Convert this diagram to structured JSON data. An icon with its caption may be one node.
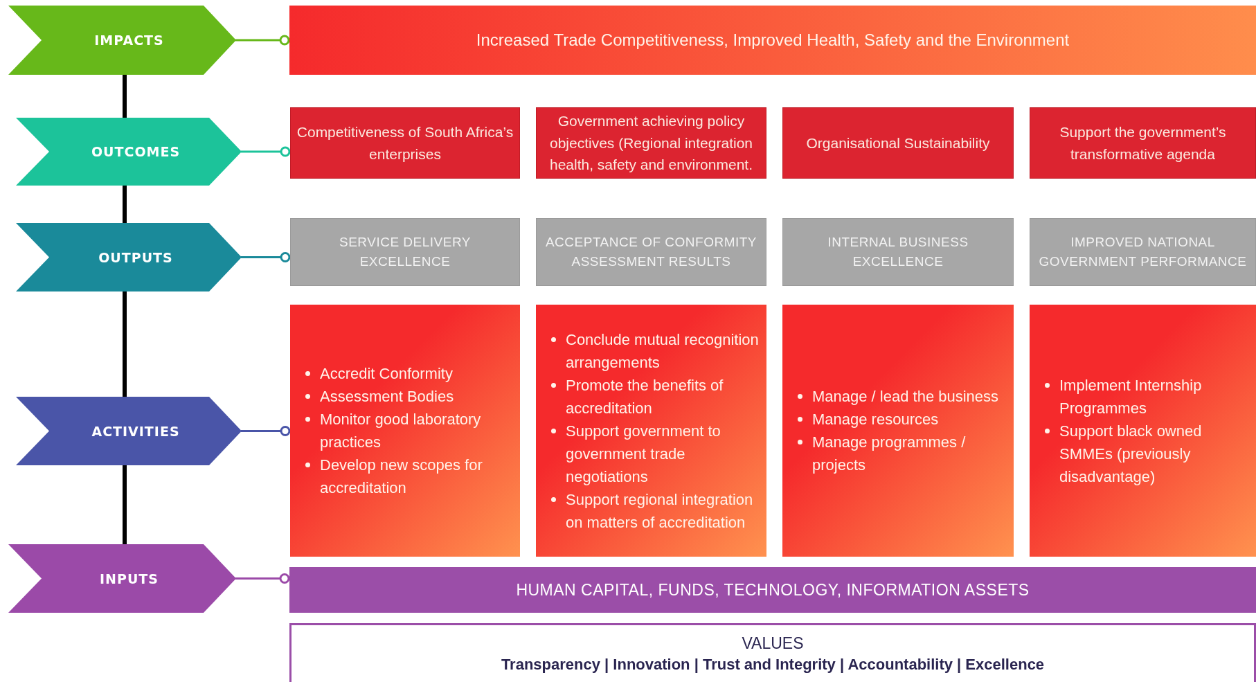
{
  "diagram": {
    "nodes": [
      {
        "text": [
          "IMPACTS"
        ]
      },
      {
        "text": [
          "Increased Trade Competitiveness, Improved Health, Safety and the Environment"
        ]
      },
      {
        "text": [
          "OUTCOMES"
        ]
      },
      {
        "text": [
          "Competitiveness of South Africa’s enterprises"
        ]
      },
      {
        "text": [
          "Government achieving policy objectives (Regional integration health, safety and environment."
        ]
      },
      {
        "text": [
          "Organisational Sustainability"
        ]
      },
      {
        "text": [
          "Support the government’s transformative agenda"
        ]
      },
      {
        "text": [
          "OUTPUTS"
        ]
      },
      {
        "text": [
          "SERVICE DELIVERY EXCELLENCE"
        ]
      },
      {
        "text": [
          "ACCEPTANCE OF CONFORMITY ASSESSMENT RESULTS"
        ]
      },
      {
        "text": [
          "INTERNAL BUSINESS EXCELLENCE"
        ]
      },
      {
        "text": [
          "IMPROVED NATIONAL GOVERNMENT PERFORMANCE"
        ]
      },
      {
        "text": [
          "ACTIVITIES"
        ]
      },
      {
        "text": [
          "Accredit Conformity",
          "Assessment Bodies",
          "Monitor good laboratory practices",
          "Develop new scopes for accreditation"
        ]
      },
      {
        "text": [
          "Conclude mutual recognition arrangements",
          "Promote the benefits of accreditation",
          "Support government to government trade negotiations",
          "Support regional integration on matters of accreditation"
        ]
      },
      {
        "text": [
          "Manage / lead the business",
          "Manage resources",
          "Manage programmes / projects"
        ]
      },
      {
        "text": [
          "Implement Internship Programmes",
          "Support black owned SMMEs (previously disadvantage)"
        ]
      },
      {
        "text": [
          "INPUTS"
        ]
      },
      {
        "text": [
          "HUMAN CAPITAL, FUNDS, TECHNOLOGY, INFORMATION ASSETS"
        ]
      },
      {
        "text": [
          "VALUES",
          "Transparency | Innovation | Trust and Integrity | Accountability | Excellence"
        ]
      }
    ],
    "edges": [
      {
        "from": 0,
        "to": 1,
        "arrow": "other",
        "color": "#67b81a"
      },
      {
        "from": 2,
        "to": 3,
        "arrow": "other",
        "color": "#1cc39a"
      },
      {
        "from": 7,
        "to": 8,
        "arrow": "other",
        "color": "#1a8a9a"
      },
      {
        "from": 12,
        "to": 13,
        "arrow": "other",
        "color": "#4a55a8"
      },
      {
        "from": 17,
        "to": 18,
        "arrow": "other",
        "color": "#9b4aa8"
      },
      {
        "from": 0,
        "to": 2,
        "arrow": "none",
        "style": "thick"
      },
      {
        "from": 2,
        "to": 7,
        "arrow": "none",
        "style": "thick"
      },
      {
        "from": 7,
        "to": 12,
        "arrow": "none",
        "style": "thick"
      },
      {
        "from": 12,
        "to": 17,
        "arrow": "none",
        "style": "thick"
      }
    ]
  }
}
